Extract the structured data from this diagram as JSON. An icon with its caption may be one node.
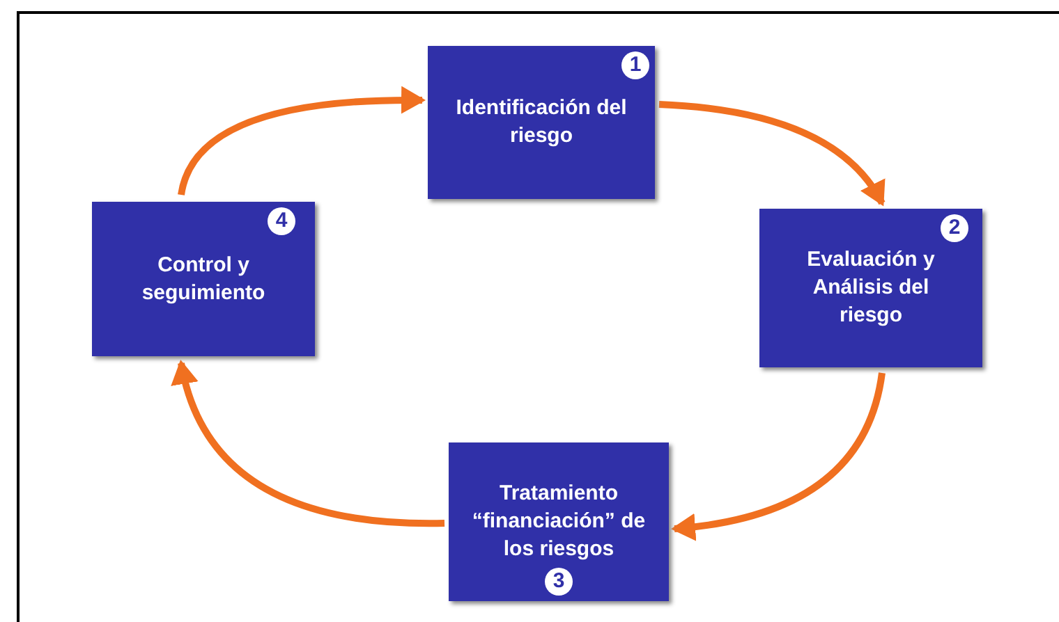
{
  "diagram": {
    "nodes": [
      {
        "text": [
          "1",
          "Identificación del riesgo"
        ]
      },
      {
        "text": [
          "2",
          "Evaluación y Análisis del riesgo"
        ]
      },
      {
        "text": [
          "Tratamiento “financiación” de los riesgos",
          "3"
        ]
      },
      {
        "text": [
          "4",
          "Control y seguimiento"
        ]
      }
    ],
    "edges": [
      {
        "from": 0,
        "to": 1,
        "arrow": "to"
      },
      {
        "from": 1,
        "to": 2,
        "arrow": "to"
      },
      {
        "from": 2,
        "to": 3,
        "arrow": "to"
      },
      {
        "from": 3,
        "to": 0,
        "arrow": "to"
      }
    ]
  }
}
